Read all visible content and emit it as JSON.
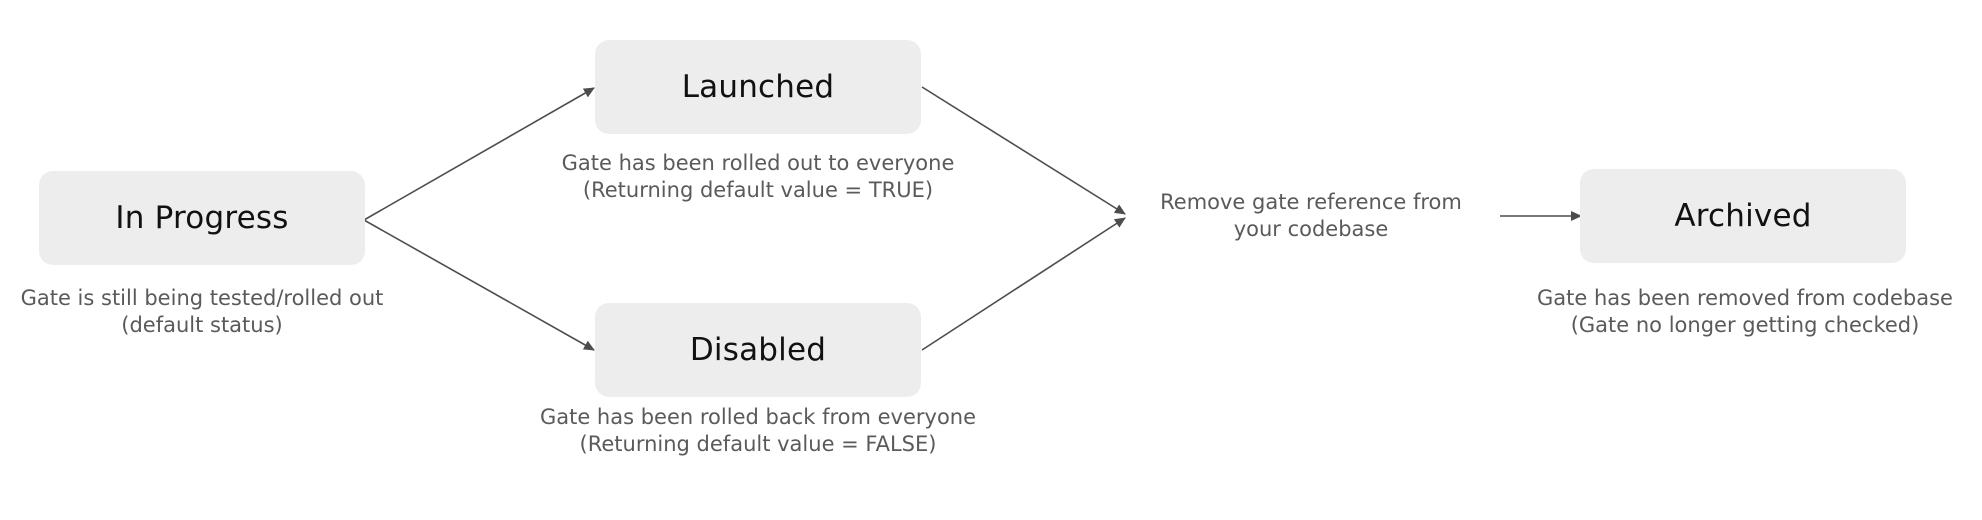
{
  "colors": {
    "box_fill": "#ededed",
    "box_text": "#111111",
    "desc_text": "#5a5a5a",
    "arrow": "#4d4d4d"
  },
  "states": {
    "in_progress": {
      "label": "In Progress",
      "desc_line1": "Gate is still being tested/rolled out",
      "desc_line2": "(default status)"
    },
    "launched": {
      "label": "Launched",
      "desc_line1": "Gate has been rolled out to everyone",
      "desc_line2": "(Returning default value = TRUE)"
    },
    "disabled": {
      "label": "Disabled",
      "desc_line1": "Gate has been rolled back from everyone",
      "desc_line2": "(Returning default value = FALSE)"
    },
    "archived": {
      "label": "Archived",
      "desc_line1": "Gate has been removed from codebase",
      "desc_line2": "(Gate no longer getting checked)"
    }
  },
  "step_remove": {
    "line1": "Remove gate reference from",
    "line2": "your codebase"
  }
}
